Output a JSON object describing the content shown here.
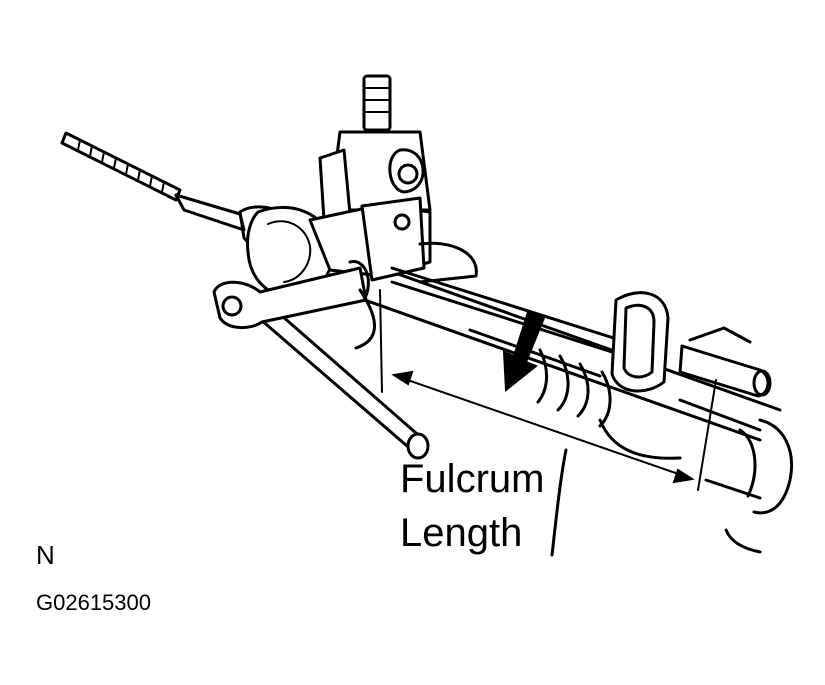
{
  "callouts": {
    "fulcrum_line1": "Fulcrum",
    "fulcrum_line2": "Length"
  },
  "orientation_mark": "N",
  "figure_code": "G02615300",
  "colors": {
    "ink": "#000000",
    "background": "#ffffff"
  }
}
